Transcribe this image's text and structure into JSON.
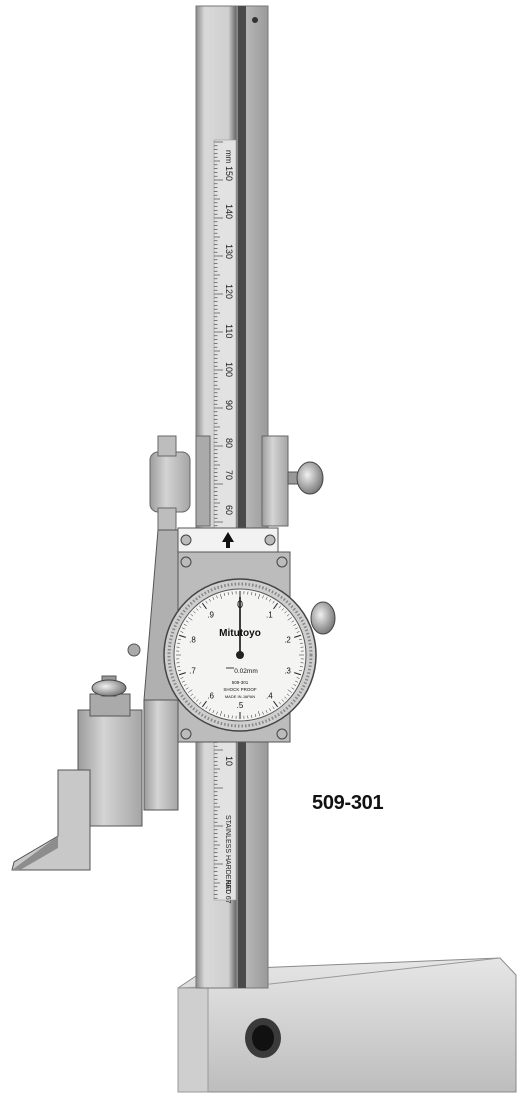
{
  "product": {
    "model_number": "509-301",
    "brand": "Mitutoyo"
  },
  "scale": {
    "unit": "mm",
    "numbers": [
      "60",
      "70",
      "80",
      "90",
      "100",
      "110",
      "120",
      "130",
      "140",
      "150"
    ],
    "lower_numbers": [
      "10"
    ],
    "engraving": "STAINLESS HARDENED",
    "patent": "PAT. 67"
  },
  "dial": {
    "numbers": [
      "0",
      ".1",
      ".2",
      ".3",
      ".4",
      ".5",
      ".6",
      ".7",
      ".8",
      ".9"
    ],
    "resolution": "0.02mm",
    "model": "509-301",
    "shock": "SHOCK PROOF",
    "origin": "MADE IN JAPAN"
  },
  "colors": {
    "steel": "#c9c9c9",
    "steel_dark": "#7a7a7a",
    "base": "#d6d6d6",
    "dial_face": "#f4f4f2"
  }
}
